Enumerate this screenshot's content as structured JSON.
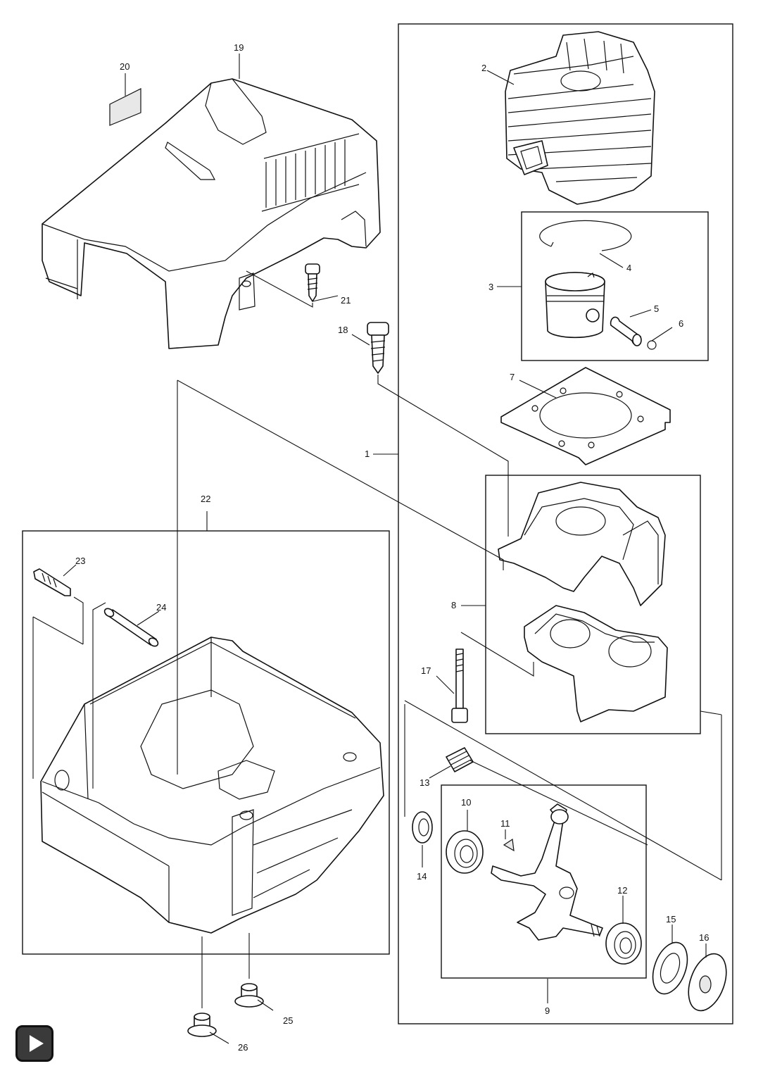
{
  "callouts": {
    "c1": "1",
    "c2": "2",
    "c3": "3",
    "c4": "4",
    "c5": "5",
    "c6": "6",
    "c7": "7",
    "c8": "8",
    "c9": "9",
    "c10": "10",
    "c11": "11",
    "c12": "12",
    "c13": "13",
    "c14": "14",
    "c15": "15",
    "c16": "16",
    "c17": "17",
    "c18": "18",
    "c19": "19",
    "c20": "20",
    "c21": "21",
    "c22": "22",
    "c23": "23",
    "c24": "24",
    "c25": "25",
    "c26": "26"
  },
  "navigation": {
    "next_icon": "play-triangle-icon"
  },
  "colors": {
    "line": "#111111",
    "paper": "#ffffff",
    "button": "#3a3a3a"
  }
}
